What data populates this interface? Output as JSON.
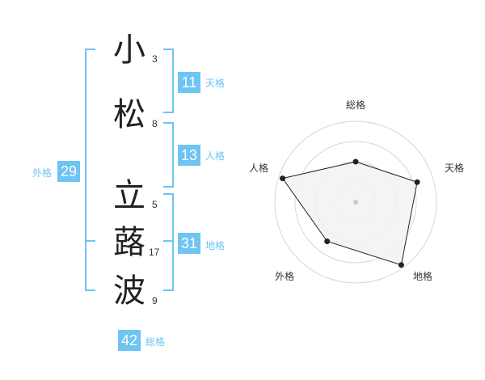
{
  "name_chars": [
    {
      "char": "小",
      "strokes": "3"
    },
    {
      "char": "松",
      "strokes": "8"
    },
    {
      "char": "立",
      "strokes": "5"
    },
    {
      "char": "蕗",
      "strokes": "17"
    },
    {
      "char": "波",
      "strokes": "9"
    }
  ],
  "fortune": {
    "tenkaku": {
      "label": "天格",
      "value": "11"
    },
    "jinkaku": {
      "label": "人格",
      "value": "13"
    },
    "chikaku": {
      "label": "地格",
      "value": "31"
    },
    "gaikaku": {
      "label": "外格",
      "value": "29"
    },
    "soukaku": {
      "label": "総格",
      "value": "42"
    }
  },
  "colors": {
    "bracket": "#6ec4f2",
    "badge": "#6ec4f2",
    "radar_fill": "#f2f2f2",
    "radar_grid": "#d6d6d6",
    "radar_line": "#222222"
  },
  "chart_data": {
    "type": "radar",
    "axes": [
      "総格",
      "天格",
      "地格",
      "外格",
      "人格"
    ],
    "values": [
      0.5,
      0.8,
      0.96,
      0.6,
      0.95
    ],
    "range": [
      0,
      1
    ],
    "grid_rings": 4
  }
}
